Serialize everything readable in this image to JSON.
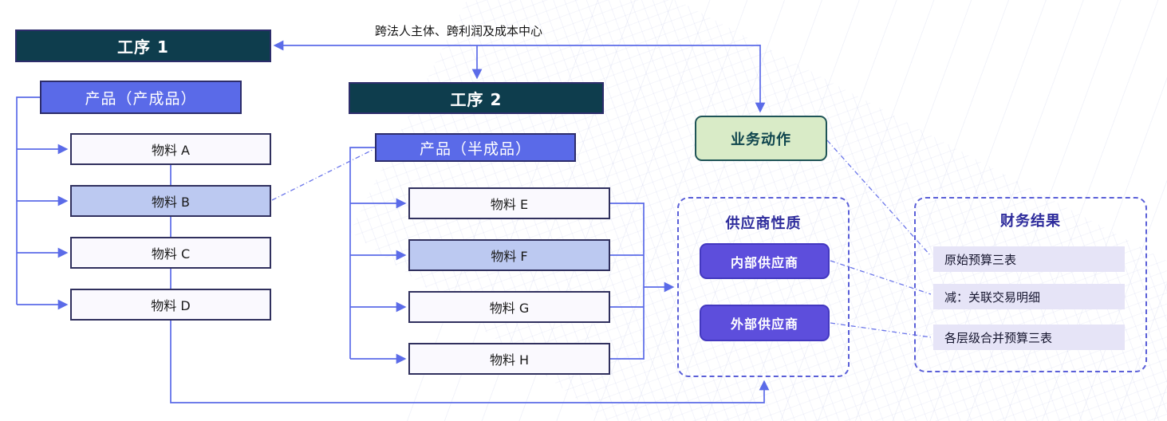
{
  "diagram": {
    "top_note": "跨法人主体、跨利润及成本中心",
    "process1": {
      "title": "工序 1",
      "product_header": "产品（产成品）",
      "materials": [
        "物料 A",
        "物料 B",
        "物料 C",
        "物料 D"
      ],
      "highlighted_material": "物料 B"
    },
    "process2": {
      "title": "工序 2",
      "product_header": "产品（半成品）",
      "materials": [
        "物料 E",
        "物料 F",
        "物料 G",
        "物料 H"
      ],
      "highlighted_material": "物料 F"
    },
    "business_action_label": "业务动作",
    "supplier": {
      "title": "供应商性质",
      "internal_label": "内部供应商",
      "external_label": "外部供应商"
    },
    "finance": {
      "title": "财务结果",
      "items": [
        "原始预算三表",
        "减：关联交易明细",
        "各层级合并预算三表"
      ]
    },
    "colors": {
      "process_fill": "#0E3D4D",
      "product_fill": "#5A6AE8",
      "material_fill": "#FAF9FE",
      "material_highlight_fill": "#BCC9F1",
      "business_action_fill": "#D9EBC7",
      "business_action_border": "#1F5457",
      "supplier_pill_fill": "#5D4EDC",
      "dashed_border": "#5A5FD8",
      "connector_blue": "#5B6BE8",
      "section_title_color": "#2E2C9C",
      "finance_bar_fill": "#E6E4F7"
    }
  }
}
